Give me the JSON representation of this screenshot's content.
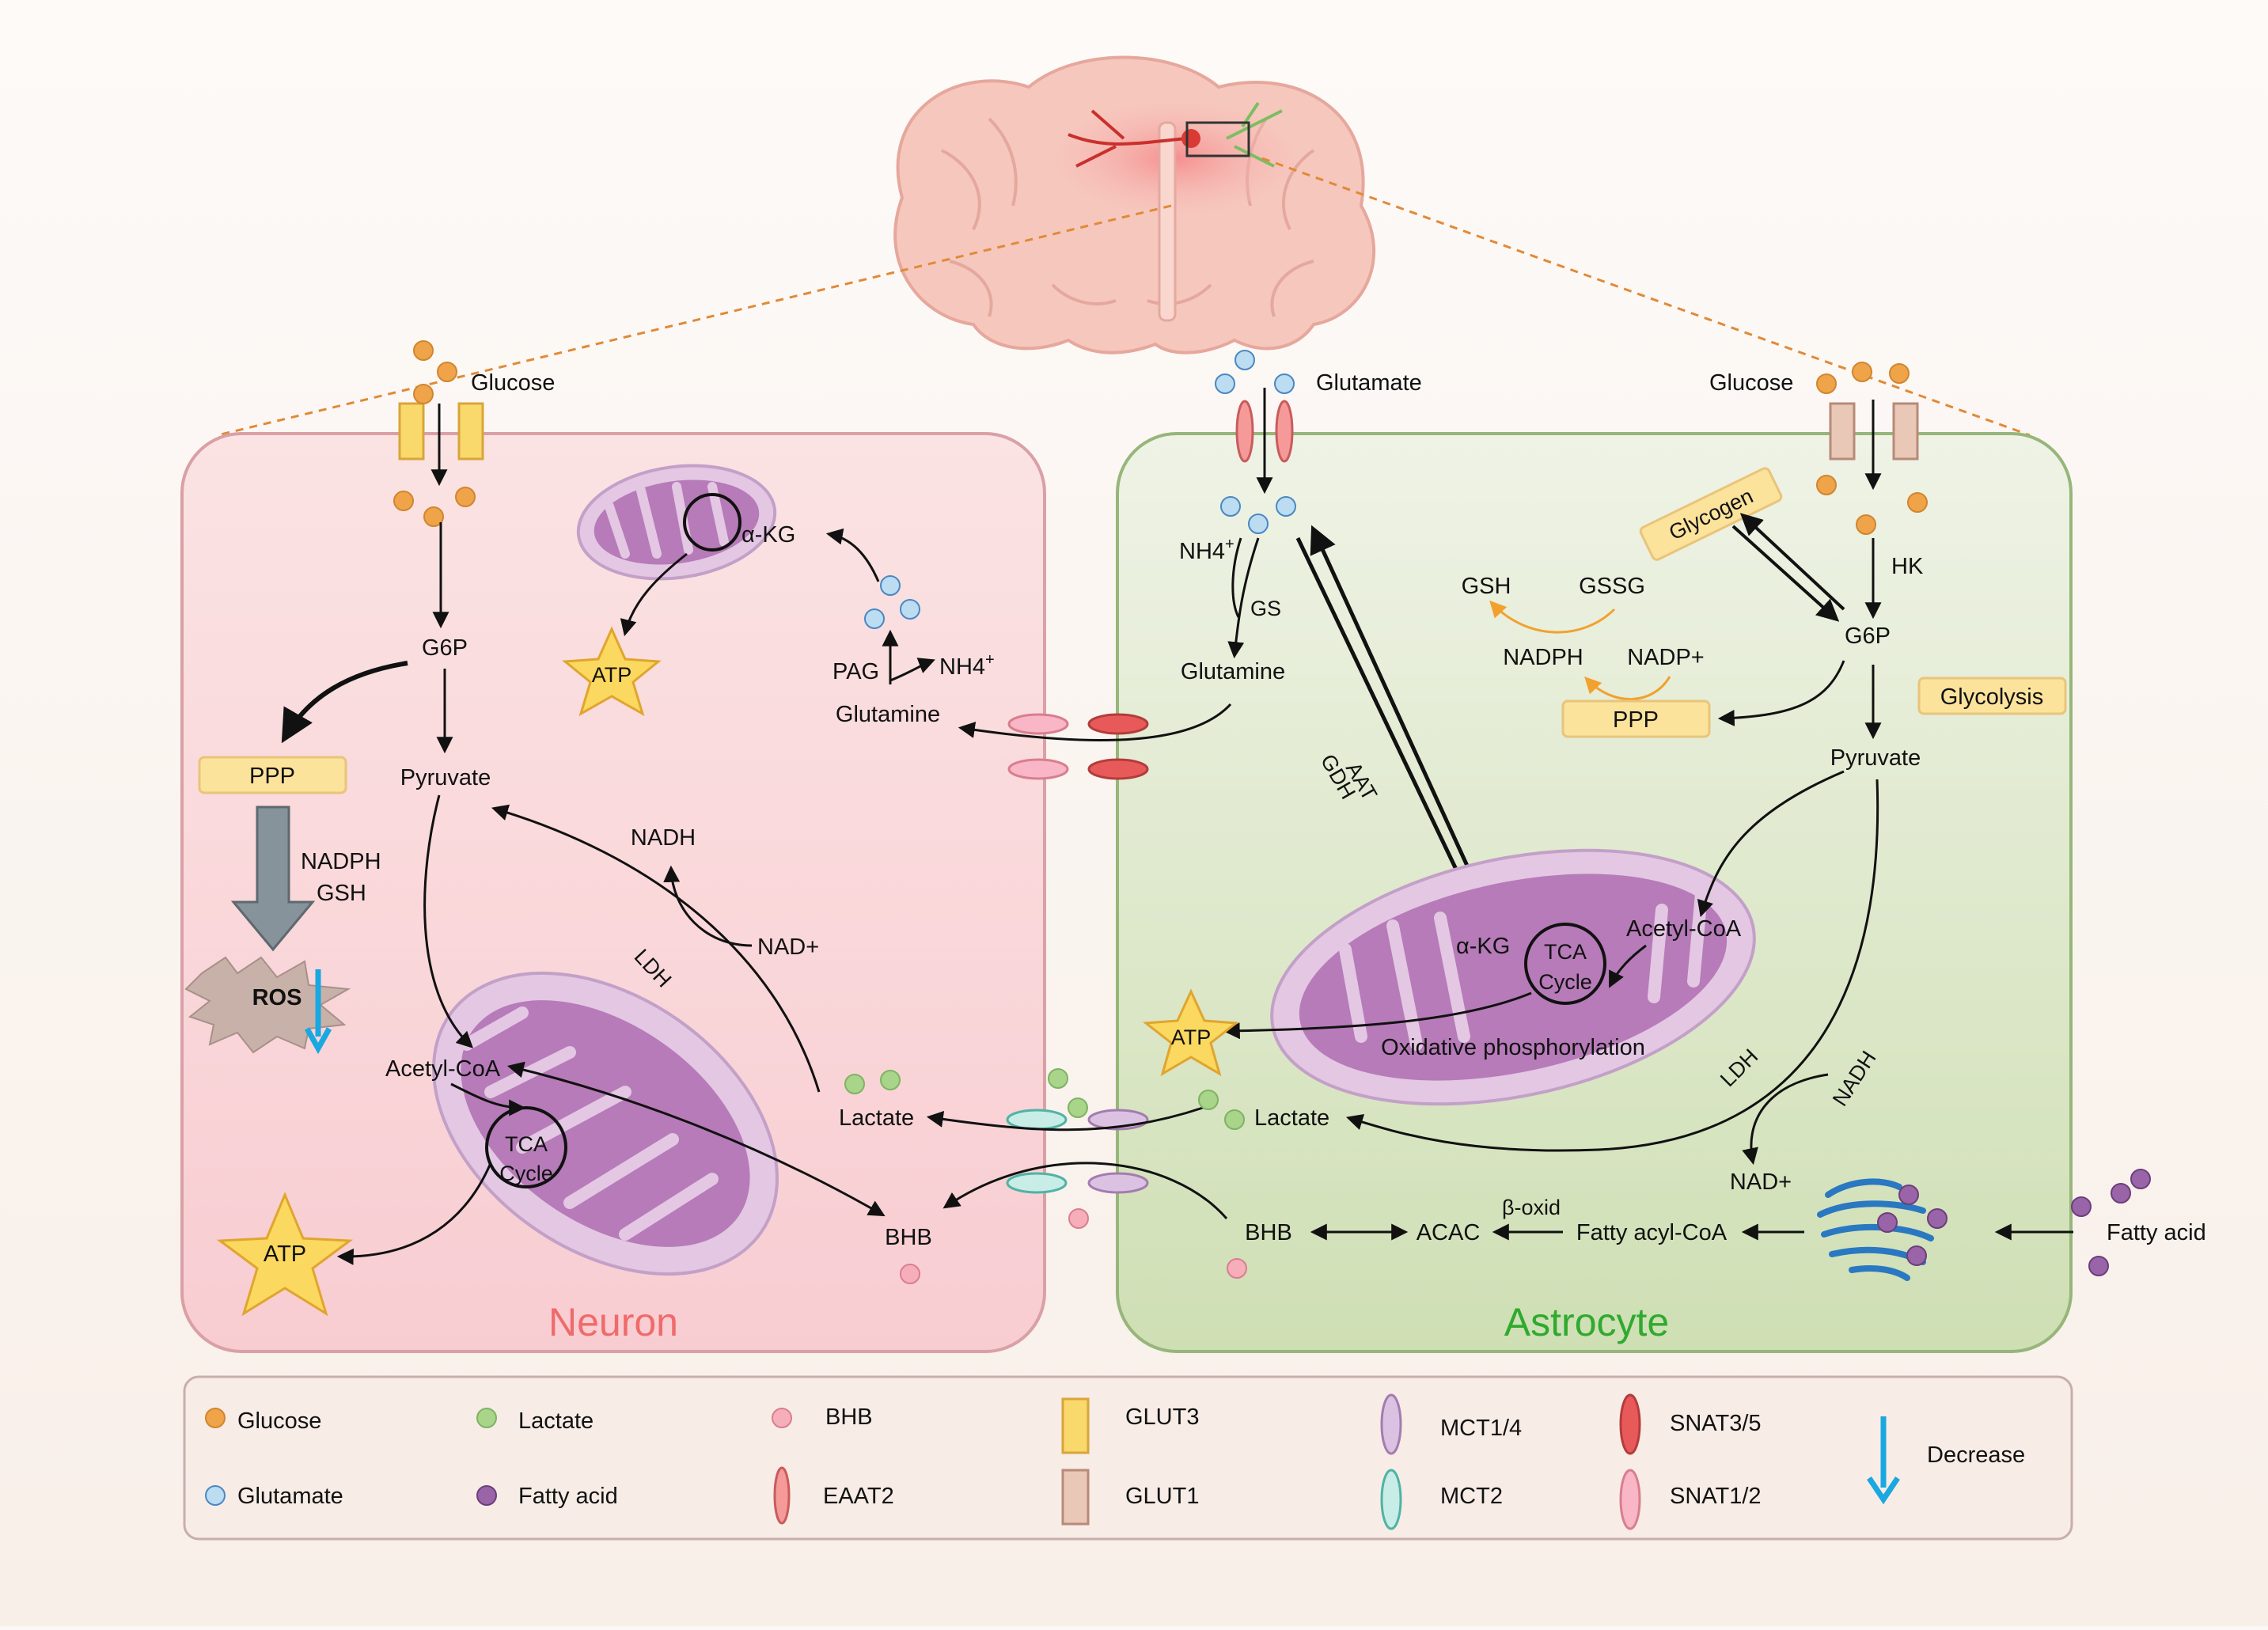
{
  "cells": {
    "neuron": "Neuron",
    "astrocyte": "Astrocyte"
  },
  "neuron": {
    "glucose": "Glucose",
    "g6p": "G6P",
    "ppp": "PPP",
    "pyruvate": "Pyruvate",
    "nadph_gsh_1": "NADPH",
    "nadph_gsh_2": "GSH",
    "ros": "ROS",
    "ldh": "LDH",
    "nadh": "NADH",
    "nad_plus": "NAD+",
    "acetyl_coa": "Acetyl-CoA",
    "tca_1": "TCA",
    "tca_2": "Cycle",
    "atp_mito": "ATP",
    "atp_top": "ATP",
    "lactate": "Lactate",
    "bhb": "BHB",
    "akg": "α-KG",
    "pag": "PAG",
    "nh4": "NH4",
    "nh4_sup": "+",
    "glutamine": "Glutamine"
  },
  "astrocyte": {
    "glutamate": "Glutamate",
    "glucose": "Glucose",
    "nh4": "NH4",
    "nh4_sup": "+",
    "gs": "GS",
    "glutamine": "Glutamine",
    "glycogen": "Glycogen",
    "hk": "HK",
    "g6p": "G6P",
    "gsh": "GSH",
    "gssg": "GSSG",
    "nadph": "NADPH",
    "nadp_plus": "NADP+",
    "ppp": "PPP",
    "glycolysis": "Glycolysis",
    "pyruvate": "Pyruvate",
    "gdh": "GDH",
    "aat": "AAT",
    "akg": "α-KG",
    "tca_1": "TCA",
    "tca_2": "Cycle",
    "acetyl_coa": "Acetyl-CoA",
    "oxphos": "Oxidative phosphorylation",
    "atp": "ATP",
    "ldh": "LDH",
    "nadh": "NADH",
    "nad_plus": "NAD+",
    "lactate": "Lactate",
    "bhb": "BHB",
    "acac": "ACAC",
    "beta_oxid": "β-oxid",
    "fatty_acyl_coa": "Fatty acyl-CoA",
    "fatty_acid": "Fatty acid"
  },
  "legend": {
    "glucose": "Glucose",
    "glutamate": "Glutamate",
    "lactate": "Lactate",
    "fatty_acid": "Fatty acid",
    "bhb": "BHB",
    "eaat2": "EAAT2",
    "glut3": "GLUT3",
    "glut1": "GLUT1",
    "mct14": "MCT1/4",
    "mct2": "MCT2",
    "snat35": "SNAT3/5",
    "snat12": "SNAT1/2",
    "decrease": "Decrease"
  },
  "colors": {
    "glucose": "#f0a44a",
    "glutamate": "#bcdcf2",
    "lactate": "#a8d58a",
    "fatty_acid": "#9a64a8",
    "bhb": "#f7aebb",
    "glut3": "#f9d86c",
    "glut1": "#e9c8b8",
    "eaat2": "#f59a98",
    "mct14": "#dcc2e2",
    "mct2": "#c8ece6",
    "snat35": "#e85a5a",
    "snat12": "#f8b6c6",
    "decrease": "#19a8e0",
    "neuron_label": "#ef6b6b",
    "astrocyte_label": "#2faa2f"
  }
}
